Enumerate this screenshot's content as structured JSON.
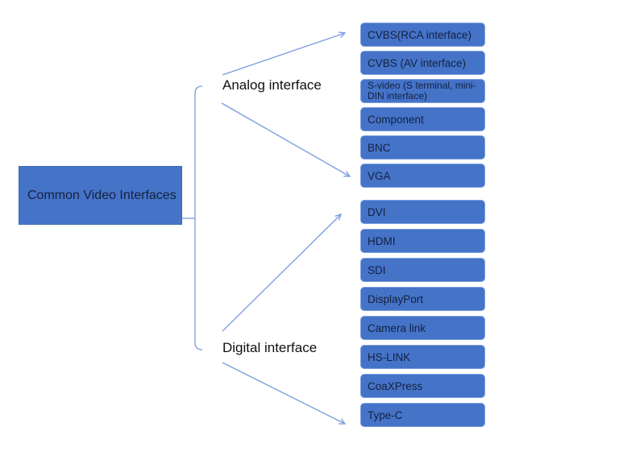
{
  "diagram": {
    "root": {
      "label": "Common Video Interfaces"
    },
    "branches": [
      {
        "label": "Analog interface",
        "items": [
          "CVBS(RCA interface)",
          "CVBS (AV interface)",
          "S-video (S terminal, mini-DIN interface)",
          "Component",
          "BNC",
          "VGA"
        ]
      },
      {
        "label": "Digital interface",
        "items": [
          "DVI",
          "HDMI",
          "SDI",
          "DisplayPort",
          "Camera link",
          "HS-LINK",
          "CoaXPress",
          "Type-C"
        ]
      }
    ],
    "colors": {
      "node_fill": "#4573C8",
      "node_border": "#7CA0E2",
      "node_text": "#14213F",
      "connector": "#7A9BE0",
      "label_text": "#111111"
    }
  }
}
